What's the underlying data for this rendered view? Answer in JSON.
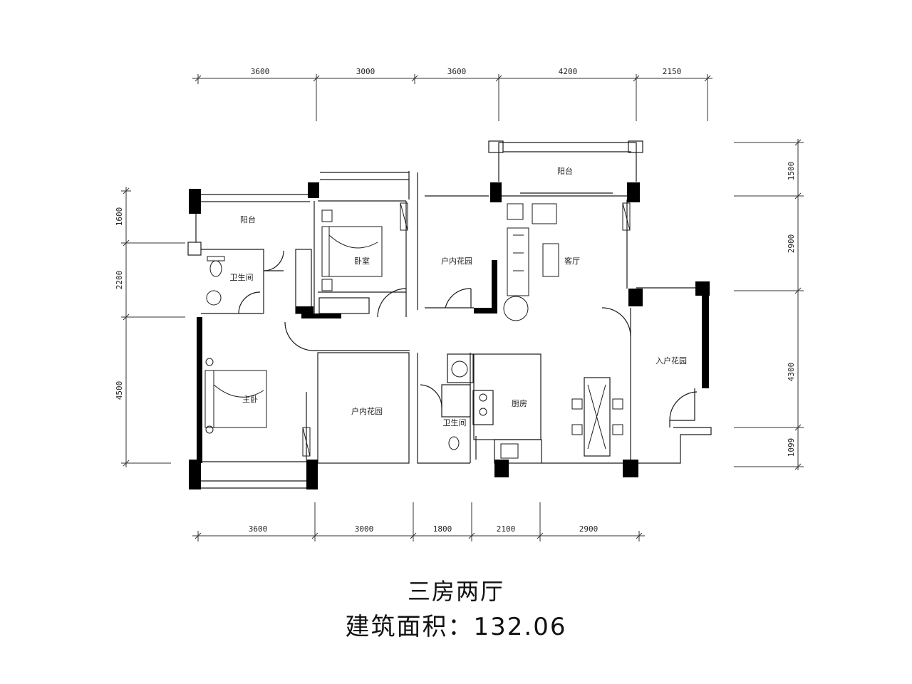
{
  "title": "三房两厅",
  "area_label": "建筑面积：132.06",
  "dimensions": {
    "top": [
      "3600",
      "3000",
      "3600",
      "4200",
      "2150"
    ],
    "bottom": [
      "3600",
      "3000",
      "1800",
      "2100",
      "2900"
    ],
    "left": [
      "1600",
      "2200",
      "4500"
    ],
    "right": [
      "1500",
      "2900",
      "4300",
      "1099"
    ]
  },
  "rooms": {
    "balcony_left": "阳台",
    "balcony_top": "阳台",
    "bathroom_upper": "卫生间",
    "bedroom_upper": "卧室",
    "garden_upper": "户内花园",
    "living_room": "客厅",
    "entry_garden": "入户花园",
    "master_bedroom": "主卧",
    "garden_lower": "户内花园",
    "bathroom_lower": "卫生间",
    "kitchen": "厨房"
  },
  "colors": {
    "line": "#1a1a1a",
    "column": "#000000",
    "background": "#ffffff"
  }
}
